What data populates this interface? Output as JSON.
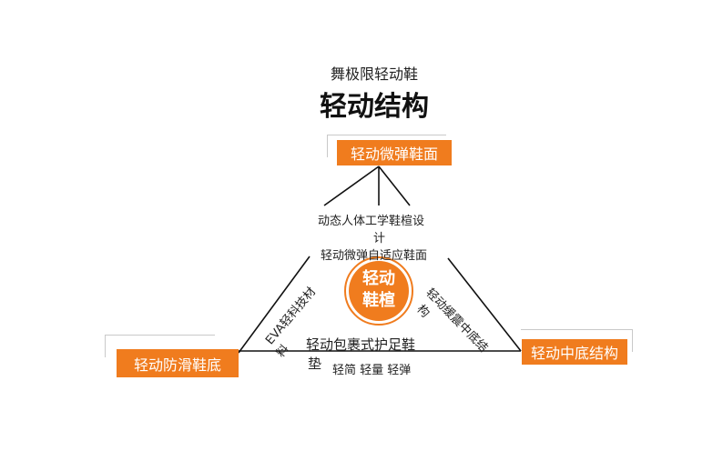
{
  "header": {
    "subtitle": "舞极限轻动鞋",
    "title": "轻动结构"
  },
  "nodes": {
    "top": "轻动微弹鞋面",
    "left": "轻动防滑鞋底",
    "right": "轻动中底结构",
    "center_line1": "轻动",
    "center_line2": "鞋楦"
  },
  "labels": {
    "top_line1": "动态人体工学鞋楦设",
    "top_line2": "计",
    "top_line3": "轻动微弹自适应鞋面",
    "left_line1": "EVA轻科技材",
    "left_line2": "料",
    "right_line1": "轻动缓震中底结",
    "right_line2": "构",
    "bottom_line1": "轻动包裹式护足鞋",
    "bottom_line2": "垫",
    "bottom_line3": "轻简 轻量 轻弹"
  },
  "colors": {
    "accent": "#f07c1e",
    "line": "#111111"
  }
}
